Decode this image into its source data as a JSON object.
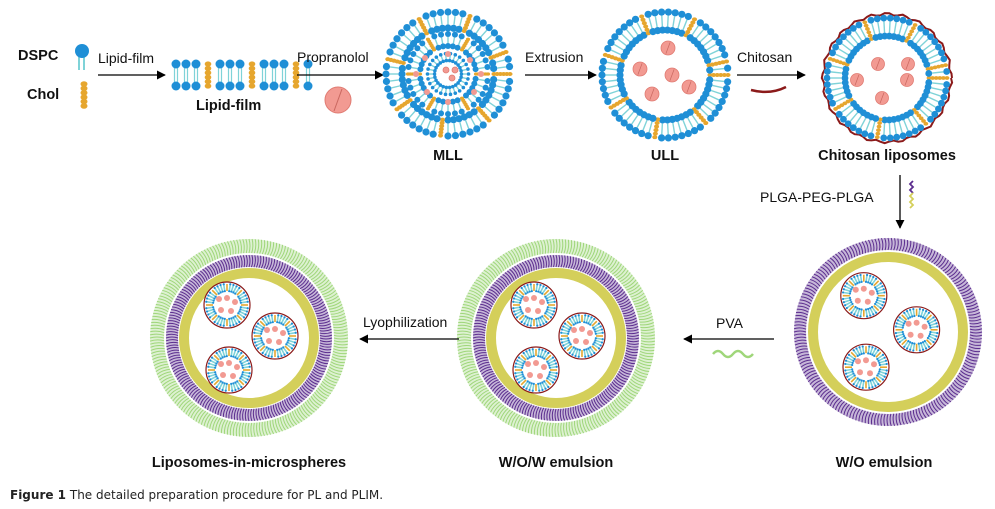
{
  "components": {
    "dspc": "DSPC",
    "chol": "Chol"
  },
  "steps": {
    "lipid_film": "Lipid-film",
    "propranolol": "Propranolol",
    "extrusion": "Extrusion",
    "chitosan": "Chitosan",
    "plga": "PLGA-PEG-PLGA",
    "pva": "PVA",
    "lyophilization": "Lyophilization"
  },
  "products": {
    "lipid_film": "Lipid-film",
    "mll": "MLL",
    "ull": "ULL",
    "chitosan_liposomes": "Chitosan liposomes",
    "wo_emulsion": "W/O emulsion",
    "wow_emulsion": "W/O/W emulsion",
    "lim": "Liposomes-in-microspheres"
  },
  "caption": {
    "label": "Figure 1",
    "text": "The detailed preparation procedure for PL and PLIM."
  },
  "colors": {
    "phospholipid_head": "#1f8fd6",
    "phospholipid_tail": "#7fd3d8",
    "cholesterol": "#e6a62e",
    "drug": "#f29a92",
    "chitosan": "#8b1a1a",
    "plga": "#d4cf5a",
    "peg": "#5b2d8e",
    "pva": "#9fd67a"
  }
}
